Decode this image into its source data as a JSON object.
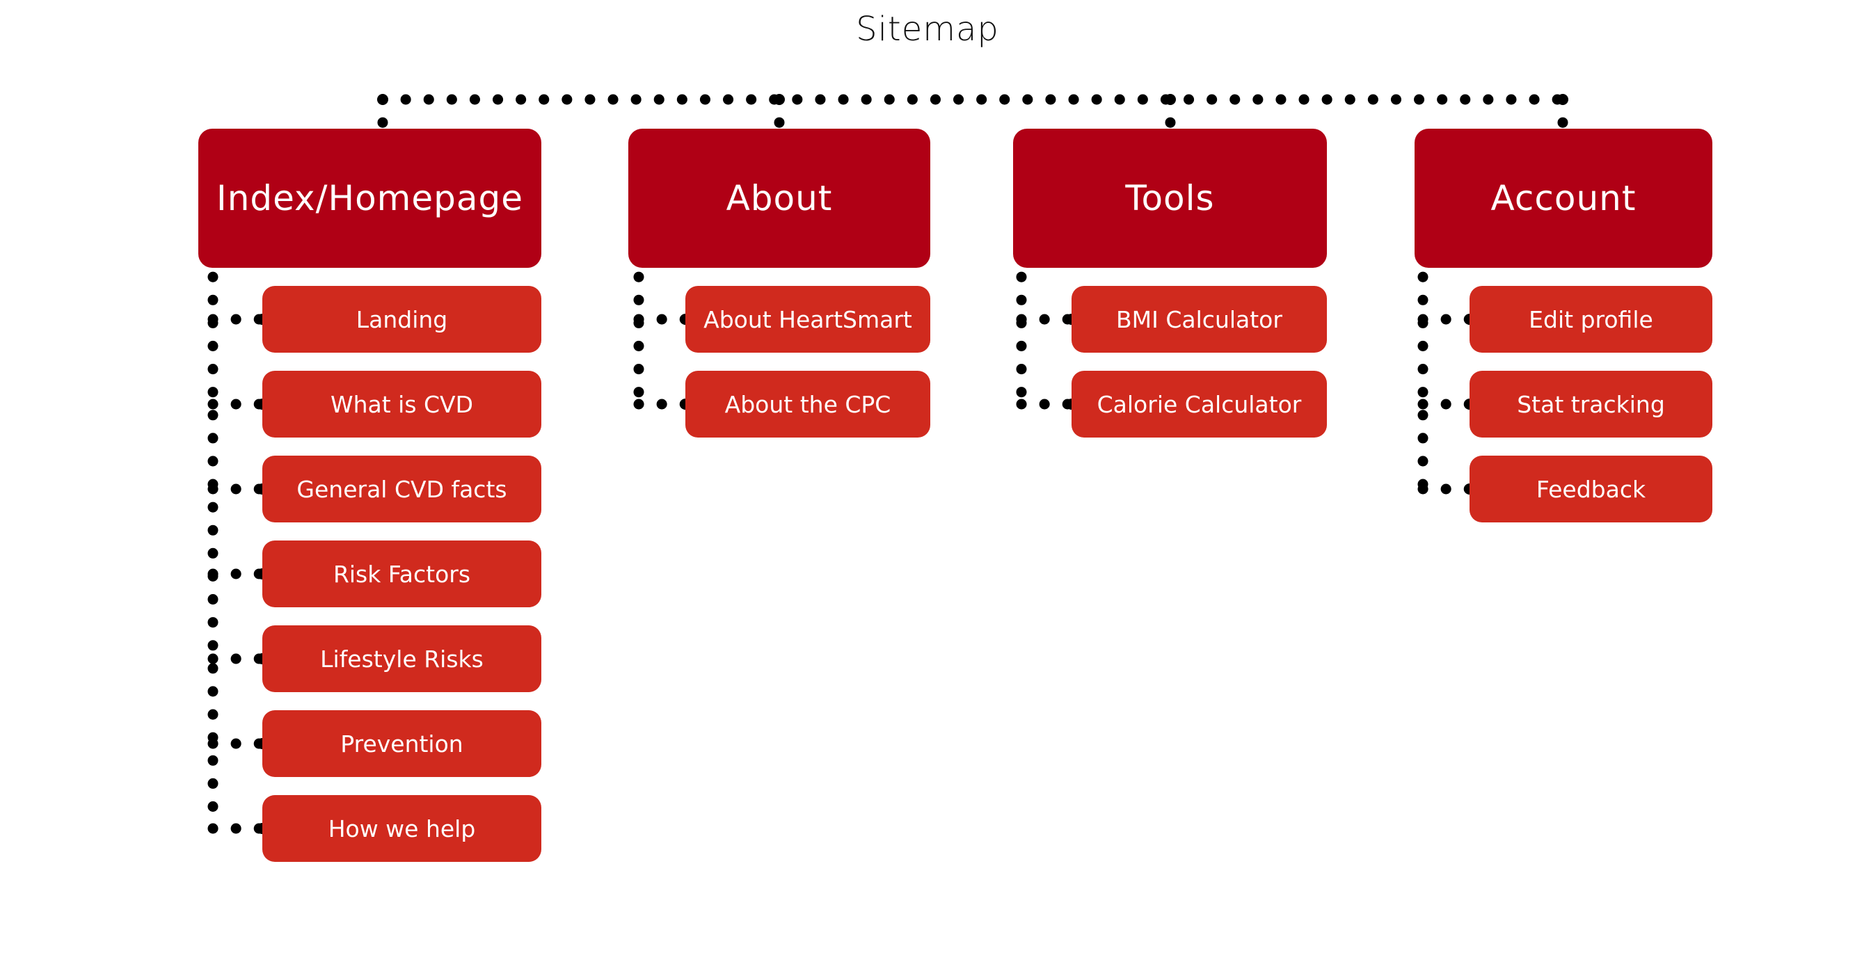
{
  "title": "Sitemap",
  "colors": {
    "main_box": "#b00015",
    "sub_box": "#d02a1e",
    "connector": "#000000",
    "text": "#ffffff",
    "title_text": "#111111"
  },
  "sections": [
    {
      "label": "Index/Homepage",
      "pages": [
        "Landing",
        "What is CVD",
        "General CVD facts",
        "Risk Factors",
        "Lifestyle Risks",
        "Prevention",
        "How we help"
      ]
    },
    {
      "label": "About",
      "pages": [
        "About HeartSmart",
        "About the CPC"
      ]
    },
    {
      "label": "Tools",
      "pages": [
        "BMI Calculator",
        "Calorie Calculator"
      ]
    },
    {
      "label": "Account",
      "pages": [
        "Edit profile",
        "Stat tracking",
        "Feedback"
      ]
    }
  ]
}
